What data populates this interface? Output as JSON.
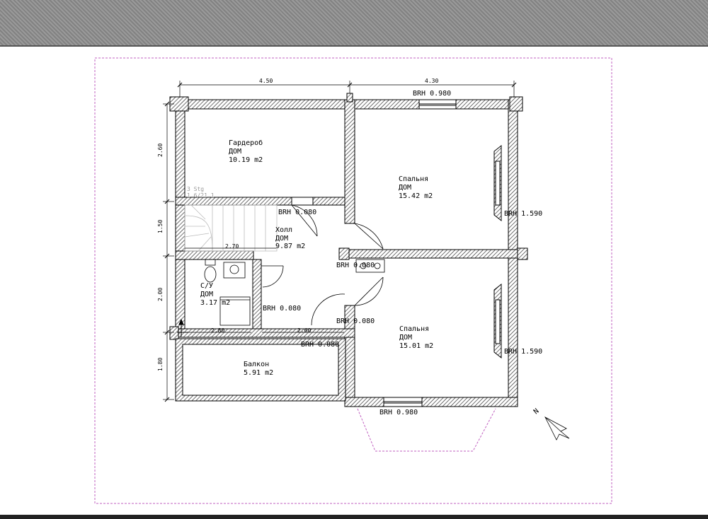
{
  "rooms": [
    {
      "name": "Гардероб",
      "type": "ДОМ",
      "area": "10.19 m2"
    },
    {
      "name": "Спальня",
      "type": "ДОМ",
      "area": "15.42 m2"
    },
    {
      "name": "Холл",
      "type": "ДОМ",
      "area": "9.87 m2"
    },
    {
      "name": "С/У",
      "type": "ДОМ",
      "area": "3.17 m2"
    },
    {
      "name": "Спальня",
      "type": "ДОМ",
      "area": "15.01 m2"
    },
    {
      "name": "Балкон",
      "area": "5.91 m2"
    }
  ],
  "dimensions": {
    "top_left": "4.50",
    "top_right": "4.30",
    "left": [
      "2.60",
      "1.50",
      "2.00",
      "1.80"
    ],
    "stair_width": "2.70",
    "bottom_small_1": "2.80",
    "bottom_small_2": "2.60"
  },
  "openings": {
    "window_top": "BRH 0.980",
    "window_bottom": "BRH 0.980",
    "window_right_1": "BRH 1.590",
    "window_right_2": "BRH 1.590",
    "door_hall": "BRH 0.080",
    "door_wc": "BRH 0.080",
    "door_bed1": "BRH 0.080",
    "door_bed2": "BRH 0.080",
    "door_balcony": "BRH 0.080"
  },
  "stair_label": "3 Stg",
  "stair_sublabel": "1.6/21.1",
  "north_label": "N"
}
